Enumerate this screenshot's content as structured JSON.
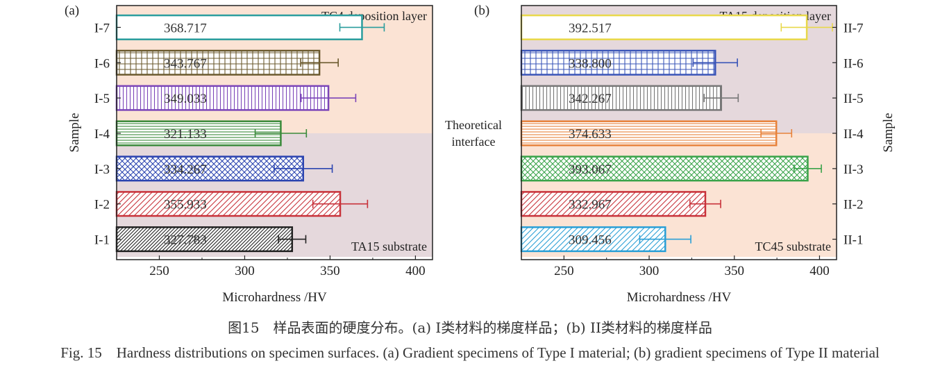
{
  "chart_data": [
    {
      "type": "bar",
      "panel_label": "(a)",
      "categories": [
        "I-1",
        "I-2",
        "I-3",
        "I-4",
        "I-5",
        "I-6",
        "I-7"
      ],
      "values": [
        327.783,
        355.933,
        334.267,
        321.133,
        349.033,
        343.767,
        368.717
      ],
      "value_labels": [
        "327.783",
        "355.933",
        "334.267",
        "321.133",
        "349.033",
        "343.767",
        "368.717"
      ],
      "errors": [
        8,
        16,
        17,
        15,
        16,
        11,
        13
      ],
      "colors": [
        "#222222",
        "#c8323a",
        "#2b44b0",
        "#3a8a3a",
        "#7b45b8",
        "#6b5a2e",
        "#2a9d9d"
      ],
      "patterns": [
        "diag-dense",
        "diag",
        "crosshatch",
        "horizontal",
        "vertical",
        "grid",
        "none"
      ],
      "xlabel": "Microhardness /HV",
      "ylabel": "Sample",
      "xlim": [
        225,
        410
      ],
      "xticks": [
        250,
        300,
        350,
        400
      ],
      "region_top": "TC4 deposition layer",
      "region_bottom": "TA15 substrate",
      "region_top_color": "#fbe3d4",
      "region_bottom_color": "#e5d8dc",
      "top_region_samples": 3.5
    },
    {
      "type": "bar",
      "panel_label": "(b)",
      "categories": [
        "II-1",
        "II-2",
        "II-3",
        "II-4",
        "II-5",
        "II-6",
        "II-7"
      ],
      "values": [
        309.456,
        332.967,
        393.067,
        374.633,
        342.267,
        338.8,
        392.517
      ],
      "value_labels": [
        "309.456",
        "332.967",
        "393.067",
        "374.633",
        "342.267",
        "338.800",
        "392.517"
      ],
      "errors": [
        15,
        9,
        8,
        9,
        10,
        13,
        15
      ],
      "colors": [
        "#2a9fd6",
        "#c8323a",
        "#3aa34a",
        "#e8823a",
        "#777777",
        "#3a55b8",
        "#e8d84a"
      ],
      "patterns": [
        "diag",
        "diag",
        "crosshatch",
        "horizontal",
        "vertical",
        "grid",
        "none"
      ],
      "xlabel": "Microhardness /HV",
      "ylabel": "Sample",
      "xlim": [
        225,
        410
      ],
      "xticks": [
        250,
        300,
        350,
        400
      ],
      "region_top": "TA15 deposition layer",
      "region_bottom": "TC45 substrate",
      "region_top_color": "#e5d8dc",
      "region_bottom_color": "#fbe3d4",
      "top_region_samples": 3.5
    }
  ],
  "interface_label_line1": "Theoretical",
  "interface_label_line2": "interface",
  "caption_cn": "图15　样品表面的硬度分布。(a) I类材料的梯度样品；(b) II类材料的梯度样品",
  "caption_en": "Fig. 15　Hardness distributions on specimen surfaces. (a) Gradient specimens of Type I material; (b) gradient specimens of Type II material"
}
